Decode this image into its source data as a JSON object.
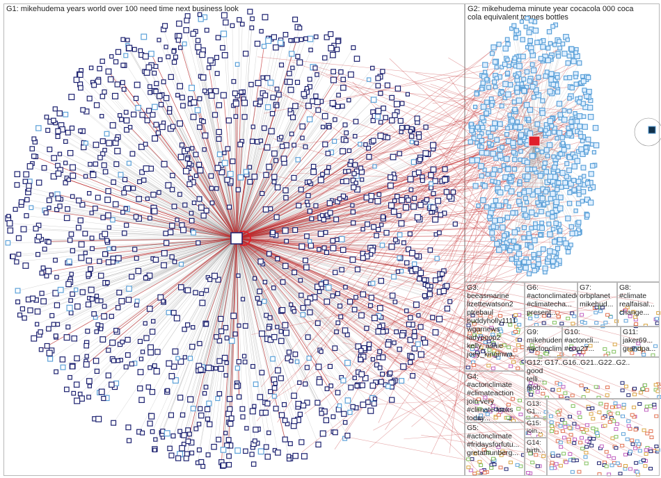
{
  "groups": {
    "g1": "G1: mikehudema years world over 100 need time next business look",
    "g2": "G2: mikehudema minute year cocacola 000 coca\ncola equivalent tonnes bottles",
    "g3": "G3:\nbeeasmarine\nlizettewatson2\nptrebaul\nbuddyholly1111\nwgarnews\nladypoop2\nkelly_ashie\njoey_kinginwa...",
    "g4": "G4:\n#actonclimate\n#climateaction\njoin very\n#climate looks\ntoday...",
    "g5": "G5:\n#actonclimate\n#fridaysforfutu...\ngretathunberg...",
    "g6": "G6:\n#actonclimatedemand\n#climatecha...\npresent...",
    "g7": "G7:\norbplanet\nmikehud...",
    "g8": "G8:\n#climate\nrealfaisal...\nchange...",
    "g9": "G9:\nmikehudema\n#actonclimat...",
    "g10": "G10:\n#actoncli...\n#cop27...",
    "g11": "G11:\njaker69...\ngrandpa...",
    "g12": "G12: G17..G16..G21..G22..G2..\ngood\ntelli...\nglob...",
    "g13": "G13: G1...\nmik...",
    "g14": "G14:\nbirth...",
    "g15": "G15:\njoin..."
  },
  "colors": {
    "node_dark": "#1a1f6e",
    "node_light": "#5aa0d8",
    "edge_red": "#c0282a",
    "edge_gray": "#8c8c8c",
    "accent_red": "#e0202a"
  }
}
